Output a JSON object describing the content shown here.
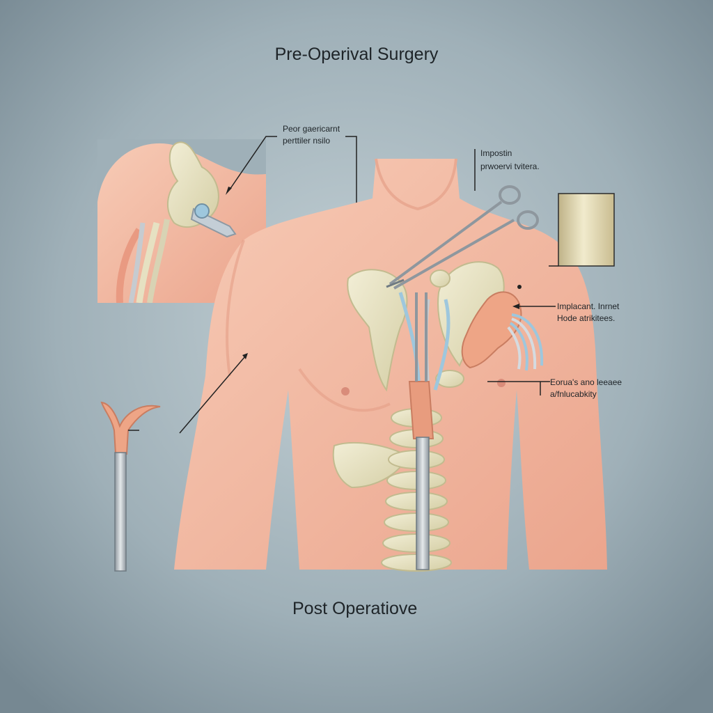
{
  "title": "Pre-Operival Surgery",
  "footer_label": "Post Operatiove",
  "callouts": {
    "upper_left": [
      "Peor gaericarnt",
      "perttiler nsilo"
    ],
    "top_right": [
      "Impostin",
      "prwoervi tvitera."
    ],
    "right_middle": [
      "Implacant. Inrnet",
      "Hode atrikitees."
    ],
    "right_lower": [
      "Eorua's ano leeaee",
      "a/fnlucabkity"
    ]
  },
  "colors": {
    "background_center": "#b9c7cd",
    "background_edge": "#7e8f98",
    "skin": "#f3b9a3",
    "bone": "#e6e1c2",
    "metal": "#b9c0c6"
  }
}
